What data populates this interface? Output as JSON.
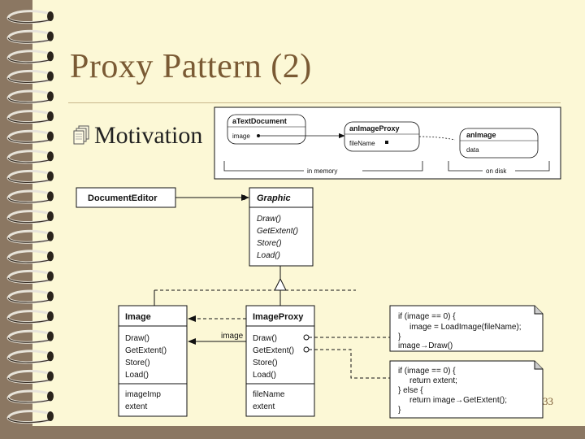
{
  "slide": {
    "title": "Proxy Pattern (2)",
    "bullet": "Motivation",
    "page_number": "33"
  },
  "object_diagram": {
    "text_document": {
      "name": "aTextDocument",
      "field": "image"
    },
    "image_proxy": {
      "name": "anImageProxy",
      "field": "fileName"
    },
    "image": {
      "name": "anImage",
      "field": "data"
    },
    "in_memory_label": "in memory",
    "on_disk_label": "on disk"
  },
  "class_diagram": {
    "document_editor": {
      "name": "DocumentEditor"
    },
    "graphic": {
      "name": "Graphic",
      "operations": [
        "Draw()",
        "GetExtent()",
        "Store()",
        "Load()"
      ]
    },
    "image": {
      "name": "Image",
      "operations": [
        "Draw()",
        "GetExtent()",
        "Store()",
        "Load()"
      ],
      "attributes": [
        "imageImp",
        "extent"
      ]
    },
    "image_proxy": {
      "name": "ImageProxy",
      "operations": [
        "Draw()",
        "GetExtent()",
        "Store()",
        "Load()"
      ],
      "attributes": [
        "fileName",
        "extent"
      ]
    },
    "association_label": "image",
    "note_draw": [
      "if (image == 0) {",
      "image = LoadImage(fileName);",
      "}",
      "image→Draw()"
    ],
    "note_extent": [
      "if (image == 0) {",
      "return extent;",
      "} else {",
      "return image→GetExtent();",
      "}"
    ]
  },
  "colors": {
    "page": "#fcf8d6",
    "frame": "#8b7762",
    "title": "#7a5a34",
    "box": "#ffffff"
  }
}
